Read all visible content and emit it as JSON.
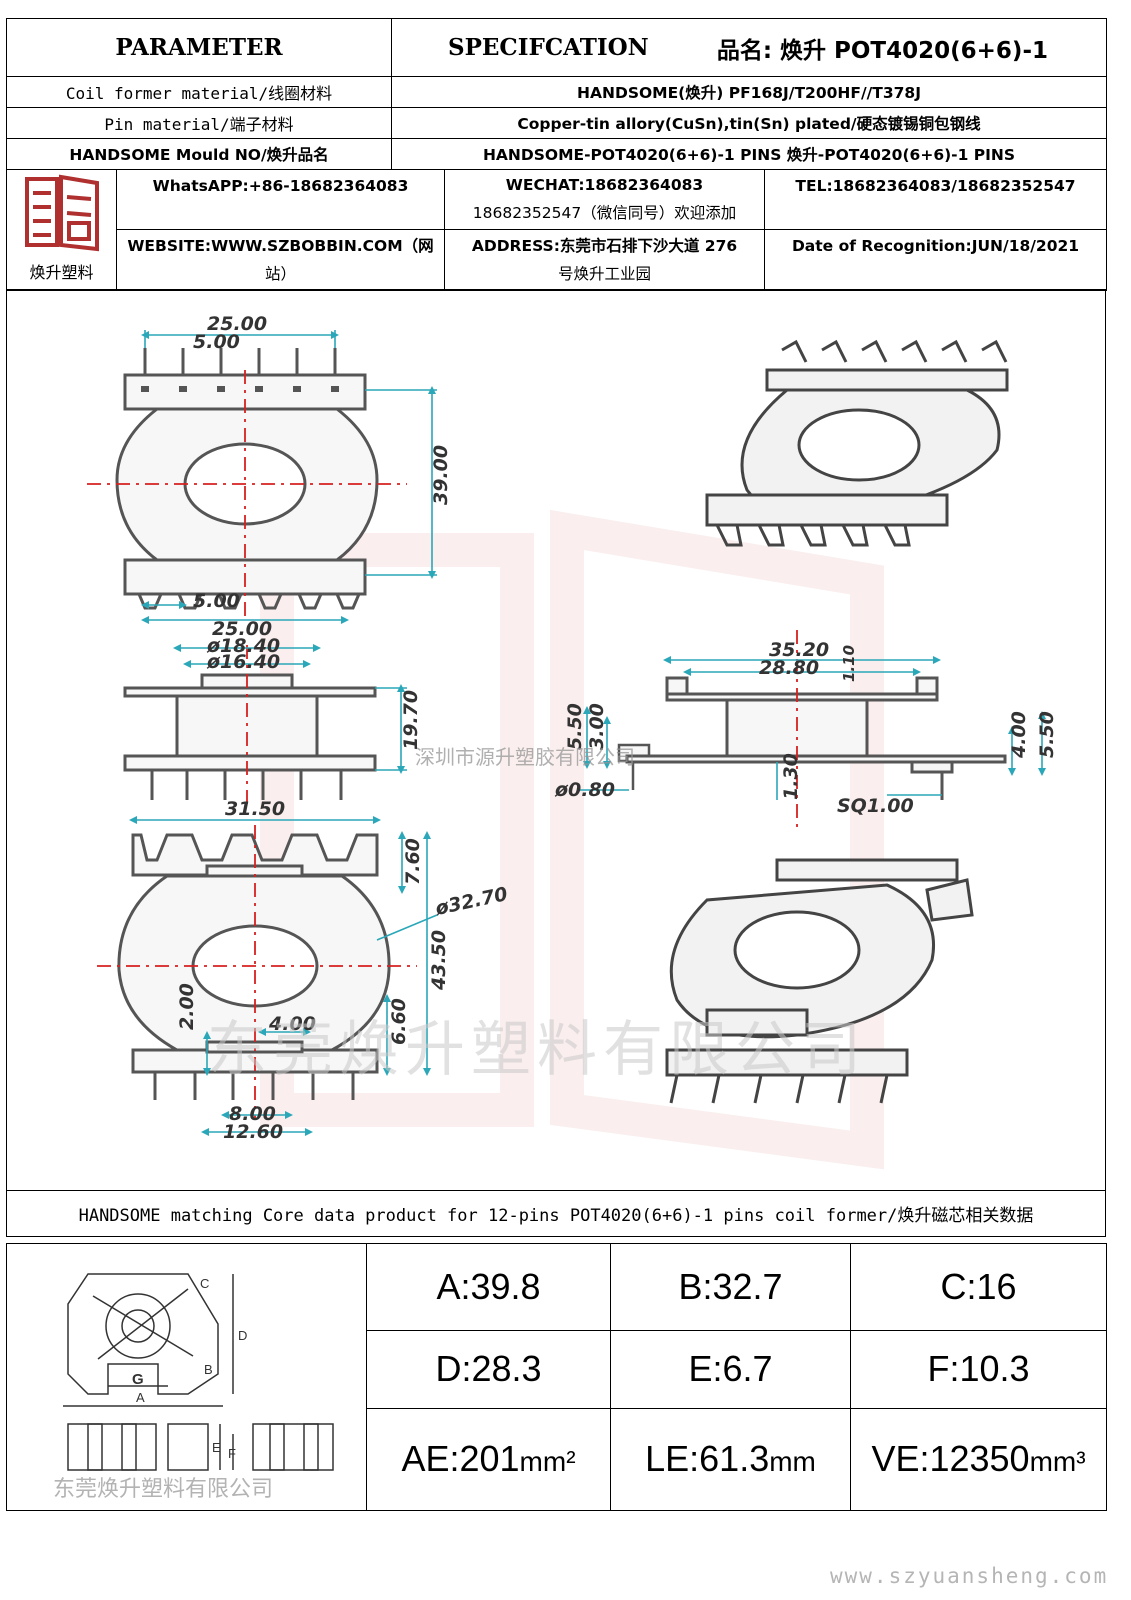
{
  "header": {
    "parameter": "PARAMETER",
    "specification": "SPECIFCATION",
    "product_label": "品名: 焕升 POT4020(6+6)-1"
  },
  "rows": [
    {
      "label": "Coil former material/线圈材料",
      "value": "HANDSOME(焕升)  PF168J/T200HF//T378J"
    },
    {
      "label": "Pin material/端子材料",
      "value": "Copper-tin allory(CuSn),tin(Sn) plated/硬态镀锡铜包钢线"
    },
    {
      "label": "HANDSOME Mould NO/焕升品名",
      "value": "HANDSOME-POT4020(6+6)-1 PINS    焕升-POT4020(6+6)-1 PINS"
    }
  ],
  "contact": {
    "logo_text": "焕升塑料",
    "whatsapp": "WhatsAPP:+86-18682364083",
    "wechat_1": "WECHAT:18682364083",
    "wechat_2": "18682352547（微信同号）欢迎添加",
    "tel": "TEL:18682364083/18682352547",
    "website_1": "WEBSITE:WWW.SZBOBBIN.COM（网",
    "website_2": "站）",
    "address_1": "ADDRESS:东莞市石排下沙大道 276",
    "address_2": "号焕升工业园",
    "date": "Date of Recognition:JUN/18/2021"
  },
  "dims": {
    "top_width": "25.00",
    "top_pitch": "5.00",
    "height_39": "39.00",
    "bottom_pitch": "5.00",
    "bottom_width": "25.00",
    "d_1840": "ø18.40",
    "d_1640": "ø16.40",
    "h_1970": "19.70",
    "s_550": "5.50",
    "s_300": "3.00",
    "pin_d": "ø0.80",
    "w_3520": "35.20",
    "w_2880": "28.80",
    "t_110": "1.10",
    "t_130": "1.30",
    "r_400": "4.00",
    "r_550": "5.50",
    "sq": "SQ1.00",
    "w_3150": "31.50",
    "h_760": "7.60",
    "d_3270": "ø32.70",
    "h_4350": "43.50",
    "h_200": "2.00",
    "h_400": "4.00",
    "h_660": "6.60",
    "w_800": "8.00",
    "w_1260": "12.60"
  },
  "watermarks": {
    "center": "深圳市源升塑胶有限公司",
    "big": "东莞焕升塑料有限公司",
    "small": "东莞焕升塑料有限公司",
    "url": "www.szyuansheng.com"
  },
  "core": {
    "title": "HANDSOME matching Core data  product for 12-pins POT4020(6+6)-1 pins coil former/焕升磁芯相关数据",
    "diagram_labels": {
      "a": "A",
      "b": "B",
      "c": "C",
      "d": "D",
      "e": "E",
      "f": "F",
      "g": "G"
    },
    "cells": [
      {
        "text": "A:39.8",
        "unit": ""
      },
      {
        "text": "B:32.7",
        "unit": ""
      },
      {
        "text": "C:16",
        "unit": ""
      },
      {
        "text": "D:28.3",
        "unit": ""
      },
      {
        "text": "E:6.7",
        "unit": ""
      },
      {
        "text": "F:10.3",
        "unit": ""
      },
      {
        "text": "AE:201",
        "unit": "mm²"
      },
      {
        "text": "LE:61.3",
        "unit": "mm"
      },
      {
        "text": "VE:12350",
        "unit": "mm³"
      }
    ]
  },
  "colors": {
    "dim": "#2aa7b8",
    "center": "#d62020",
    "logo": "#b03030"
  }
}
